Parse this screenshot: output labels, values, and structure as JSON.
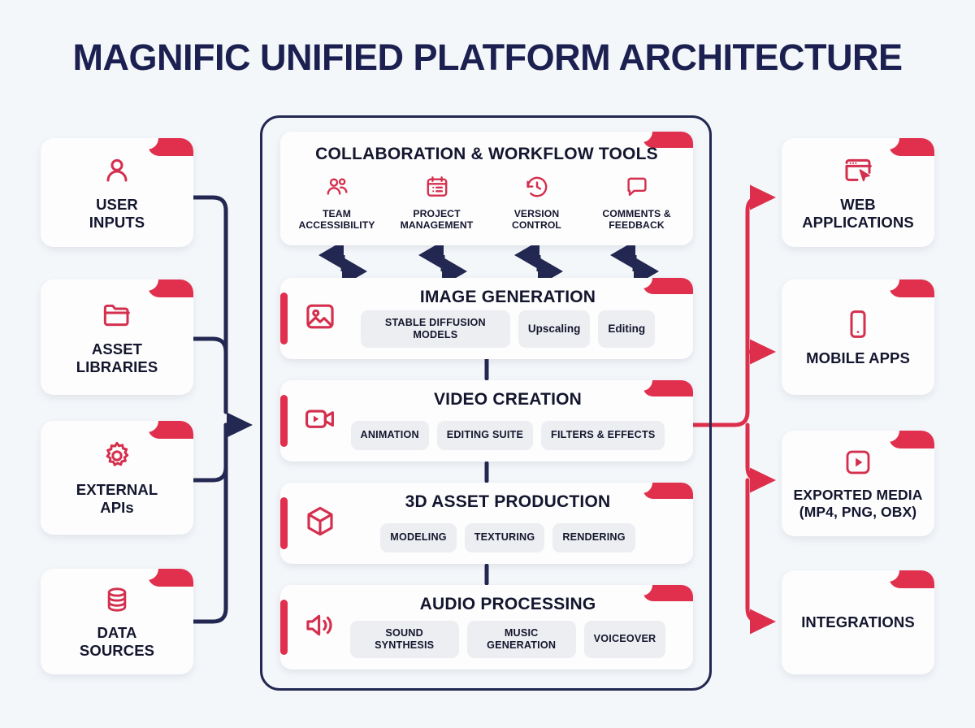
{
  "title": "MAGNIFIC UNIFIED PLATFORM ARCHITECTURE",
  "colors": {
    "navy": "#232852",
    "red": "#e0304d",
    "background": "#f4f7fa",
    "card": "#fdfdfe",
    "chip": "#eceef1",
    "text": "#14162e"
  },
  "inputs": [
    {
      "label": "USER\nINPUTS",
      "line1": "USER",
      "line2": "INPUTS",
      "icon": "user-icon"
    },
    {
      "label": "ASSET LIBRARIES",
      "line1": "ASSET",
      "line2": "LIBRARIES",
      "icon": "folder-icon"
    },
    {
      "label": "EXTERNAL APIs",
      "line1": "EXTERNAL",
      "line2": "APIs",
      "icon": "gear-icon"
    },
    {
      "label": "DATA SOURCES",
      "line1": "DATA",
      "line2": "SOURCES",
      "icon": "database-icon"
    }
  ],
  "collaboration": {
    "title": "COLLABORATION & WORKFLOW TOOLS",
    "items": [
      {
        "line1": "TEAM",
        "line2": "ACCESSIBILITY",
        "icon": "team-icon"
      },
      {
        "line1": "PROJECT",
        "line2": "MANAGEMENT",
        "icon": "calendar-icon"
      },
      {
        "line1": "VERSION",
        "line2": "CONTROL",
        "icon": "history-icon"
      },
      {
        "line1": "COMMENTS &",
        "line2": "FEEDBACK",
        "icon": "comment-icon"
      }
    ]
  },
  "modules": [
    {
      "title": "IMAGE GENERATION",
      "icon": "image-icon",
      "chips": [
        {
          "text": "STABLE DIFFUSION MODELS",
          "style": "upper"
        },
        {
          "text": "Upscaling",
          "style": "title"
        },
        {
          "text": "Editing",
          "style": "title"
        }
      ]
    },
    {
      "title": "VIDEO CREATION",
      "icon": "video-camera-icon",
      "chips": [
        {
          "text": "ANIMATION",
          "style": "upper"
        },
        {
          "text": "EDITING SUITE",
          "style": "upper"
        },
        {
          "text": "FILTERS & EFFECTS",
          "style": "upper"
        }
      ]
    },
    {
      "title": "3D ASSET PRODUCTION",
      "icon": "cube-icon",
      "chips": [
        {
          "text": "MODELING",
          "style": "upper"
        },
        {
          "text": "TEXTURING",
          "style": "upper"
        },
        {
          "text": "RENDERING",
          "style": "upper"
        }
      ]
    },
    {
      "title": "AUDIO PROCESSING",
      "icon": "speaker-icon",
      "chips": [
        {
          "text": "SOUND SYNTHESIS",
          "style": "upper"
        },
        {
          "text": "MUSIC GENERATION",
          "style": "upper"
        },
        {
          "text": "VOICEOVER",
          "style": "upper"
        }
      ]
    }
  ],
  "outputs": [
    {
      "line1": "WEB",
      "line2": "APPLICATIONS",
      "icon": "browser-cursor-icon"
    },
    {
      "line1": "MOBILE APPS",
      "line2": "",
      "icon": "mobile-icon"
    },
    {
      "line1": "EXPORTED MEDIA",
      "line2": "(MP4, PNG, OBX)",
      "icon": "play-box-icon"
    },
    {
      "line1": "INTEGRATIONS",
      "line2": "",
      "icon": "none"
    }
  ]
}
